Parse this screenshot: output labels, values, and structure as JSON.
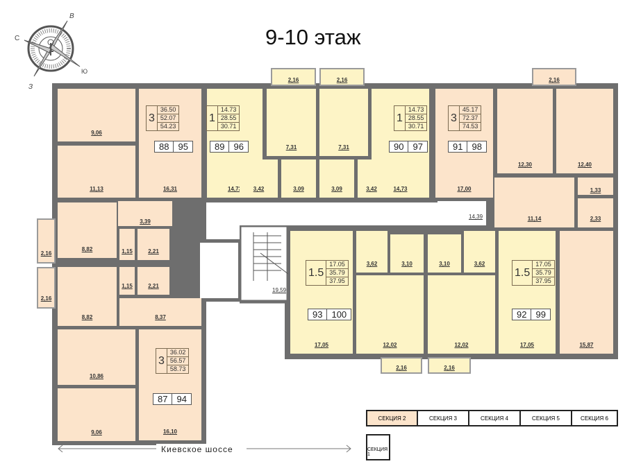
{
  "title": "9-10 этаж",
  "compass": {
    "north": "С",
    "east": "В",
    "south": "Ю",
    "west": "З"
  },
  "road": "Киевское шоссе",
  "colors": {
    "three_room": "#fce4cb",
    "one_room": "#fdf4c6",
    "wall": "#6e6e6e"
  },
  "rooms": [
    "9,06",
    "11,13",
    "16,31",
    "3,39",
    "14,73",
    "7,31",
    "3,42",
    "3,09",
    "2,16",
    "2,16",
    "7,31",
    "3,09",
    "3,42",
    "14,73",
    "17,00",
    "12,30",
    "12,40",
    "2,16",
    "11,14",
    "1,33",
    "2,33",
    "15,87",
    "17,05",
    "3,62",
    "3,10",
    "12,02",
    "2,16",
    "3,10",
    "3,62",
    "12,02",
    "2,16",
    "17,05",
    "8,82",
    "1,15",
    "2,21",
    "2,16",
    "8,82",
    "1,15",
    "2,21",
    "2,16",
    "8,37",
    "10,86",
    "9,06",
    "16,10"
  ],
  "corridor_area": "14,39",
  "stair_area": "19,59",
  "apartments": [
    {
      "rooms": "3",
      "areas": [
        "36.50",
        "52.07",
        "54.23"
      ],
      "numbers": [
        "88",
        "95"
      ]
    },
    {
      "rooms": "1",
      "areas": [
        "14.73",
        "28.55",
        "30.71"
      ],
      "numbers": [
        "89",
        "96"
      ]
    },
    {
      "rooms": "1",
      "areas": [
        "14.73",
        "28.55",
        "30.71"
      ],
      "numbers": [
        "90",
        "97"
      ]
    },
    {
      "rooms": "3",
      "areas": [
        "45.17",
        "72.37",
        "74.53"
      ],
      "numbers": [
        "91",
        "98"
      ]
    },
    {
      "rooms": "1.5",
      "areas": [
        "17.05",
        "35.79",
        "37.95"
      ],
      "numbers": [
        "93",
        "100"
      ]
    },
    {
      "rooms": "1.5",
      "areas": [
        "17.05",
        "35.79",
        "37.95"
      ],
      "numbers": [
        "92",
        "99"
      ]
    },
    {
      "rooms": "3",
      "areas": [
        "36.02",
        "56.57",
        "58.73"
      ],
      "numbers": [
        "87",
        "94"
      ]
    }
  ],
  "sections": [
    "СЕКЦИЯ 1",
    "СЕКЦИЯ 2",
    "СЕКЦИЯ 3",
    "СЕКЦИЯ 4",
    "СЕКЦИЯ 5",
    "СЕКЦИЯ 6"
  ],
  "active_section": "СЕКЦИЯ 2"
}
